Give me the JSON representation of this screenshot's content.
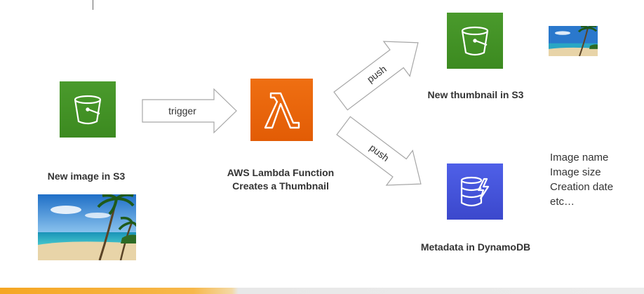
{
  "nodes": {
    "source_bucket": {
      "caption": "New image in S3",
      "icon": "s3-bucket-icon",
      "color": "#3f8624"
    },
    "lambda": {
      "caption_line1": "AWS Lambda Function",
      "caption_line2": "Creates a Thumbnail",
      "icon": "lambda-icon",
      "color": "#e7610c"
    },
    "thumbnail_bucket": {
      "caption": "New thumbnail in S3",
      "icon": "s3-bucket-icon",
      "color": "#3f8624"
    },
    "dynamodb": {
      "caption": "Metadata in DynamoDB",
      "icon": "dynamodb-icon",
      "color": "#4053d6"
    }
  },
  "edges": {
    "trigger": {
      "label": "trigger"
    },
    "push_thumbnail": {
      "label": "push"
    },
    "push_metadata": {
      "label": "push"
    }
  },
  "metadata_fields": [
    "Image name",
    "Image size",
    "Creation date",
    "etc…"
  ],
  "images": {
    "source_photo": {
      "icon": "beach-photo"
    },
    "thumbnail_photo": {
      "icon": "beach-photo-thumbnail"
    }
  },
  "colors": {
    "accent_bar": "#f5a623",
    "arrow_stroke": "#a6a6a6"
  }
}
